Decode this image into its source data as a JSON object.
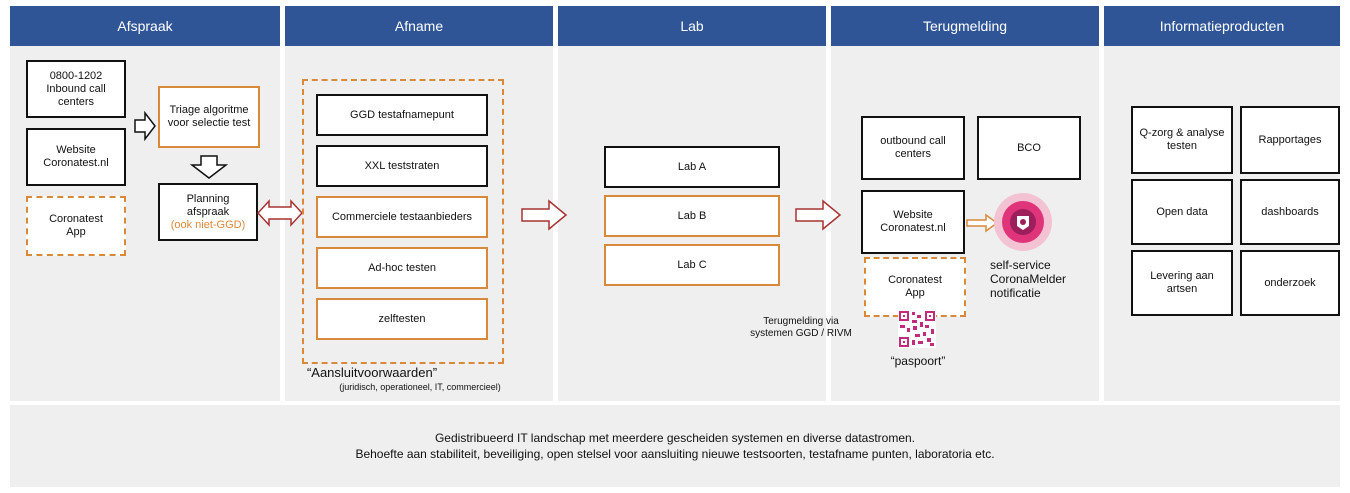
{
  "columns": [
    "Afspraak",
    "Afname",
    "Lab",
    "Terugmelding",
    "Informatieproducten"
  ],
  "afspraak": {
    "inbound": [
      "0800-1202",
      "Inbound call",
      "centers"
    ],
    "website": [
      "Website",
      "Coronatest.nl"
    ],
    "app": [
      "Coronatest",
      "App"
    ],
    "triage": [
      "Triage algoritme",
      "voor selectie test"
    ],
    "planning": [
      "Planning",
      "afspraak"
    ],
    "planning_note": "(ook niet-GGD)"
  },
  "afname": {
    "items": [
      "GGD testafnamepunt",
      "XXL teststraten",
      "Commerciele testaanbieders",
      "Ad-hoc testen",
      "zelftesten"
    ],
    "caption": "“Aansluitvoorwaarden”",
    "caption_sub": "(juridisch, operationeel, IT, commercieel)"
  },
  "lab": {
    "items": [
      "Lab A",
      "Lab B",
      "Lab C"
    ]
  },
  "terugmelding": {
    "outbound": [
      "outbound call",
      "centers"
    ],
    "bco": "BCO",
    "website": [
      "Website",
      "Coronatest.nl"
    ],
    "app": [
      "Coronatest",
      "App"
    ],
    "via": [
      "Terugmelding via",
      "systemen GGD / RIVM"
    ],
    "selfservice": [
      "self-service",
      "CoronaMelder",
      "notificatie"
    ],
    "paspoort": "“paspoort”"
  },
  "info": {
    "items": [
      [
        "Q-zorg & analyse",
        "testen"
      ],
      [
        "Rapportages"
      ],
      [
        "Open data"
      ],
      [
        "dashboards"
      ],
      [
        "Levering aan",
        "artsen"
      ],
      [
        "onderzoek"
      ]
    ]
  },
  "footer": {
    "line1": "Gedistribueerd IT landschap met meerdere gescheiden systemen en diverse datastromen.",
    "line2": "Behoefte aan stabiliteit, beveiliging, open stelsel voor aansluiting nieuwe testsoorten, testafname punten, laboratoria etc."
  },
  "colors": {
    "header": "#2f5597",
    "accent": "#d9893a",
    "arrow": "#a83232",
    "panel": "#efefef"
  }
}
